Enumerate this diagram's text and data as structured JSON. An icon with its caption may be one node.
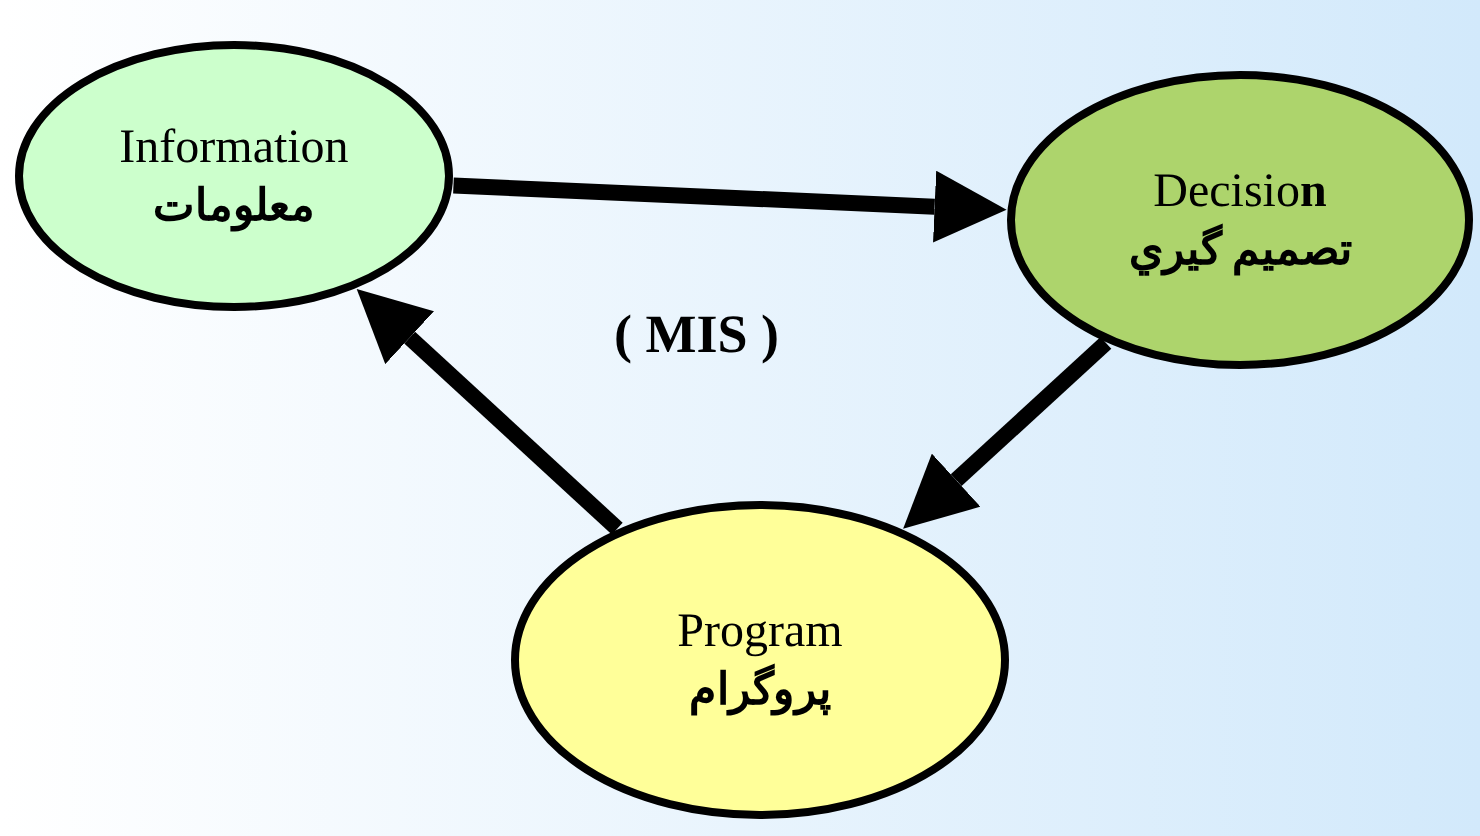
{
  "diagram": {
    "nodes": [
      {
        "text": [
          "Information",
          "معلومات"
        ]
      },
      {
        "text": [
          "Decisio**n**",
          "تصميم گيري"
        ]
      },
      {
        "text": [
          "Program",
          "پروگرام"
        ]
      }
    ],
    "edges": [
      {
        "from": 0,
        "to": 1,
        "arrow": "to"
      },
      {
        "from": 1,
        "to": 2,
        "arrow": "to"
      },
      {
        "from": 2,
        "to": 0,
        "arrow": "to"
      }
    ],
    "labels": [
      "( MIS )"
    ]
  }
}
